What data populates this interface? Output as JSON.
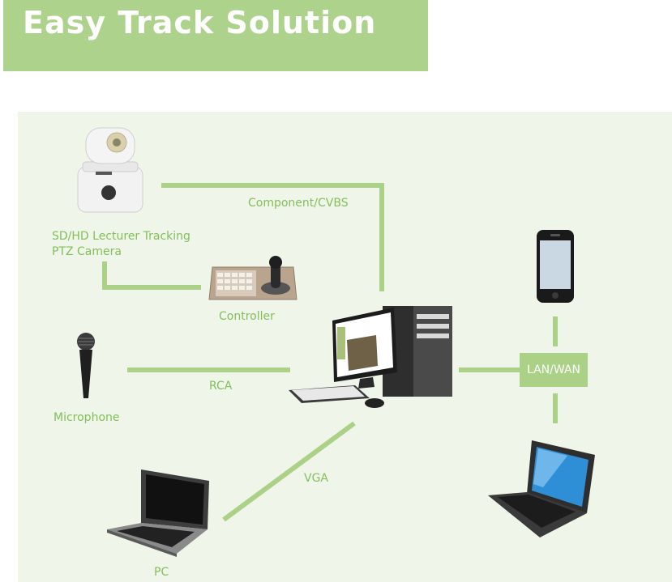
{
  "header": {
    "title": "Easy Track Solution"
  },
  "labels": {
    "camera_line1": "SD/HD Lecturer Tracking",
    "camera_line2": "PTZ Camera",
    "component": "Component/CVBS",
    "controller": "Controller",
    "microphone": "Microphone",
    "rca": "RCA",
    "vga": "VGA",
    "pc": "PC",
    "network": "LAN/WAN"
  },
  "icons": {
    "camera": "ptz-camera-icon",
    "controller": "joystick-controller-icon",
    "microphone": "microphone-icon",
    "computer": "desktop-computer-icon",
    "phone": "smartphone-icon",
    "laptop_left": "laptop-icon",
    "laptop_right": "laptop-icon"
  },
  "colors": {
    "header_bg": "#add28c",
    "panel_bg": "#eff6e9",
    "line": "#aad186",
    "label": "#82bf59"
  }
}
